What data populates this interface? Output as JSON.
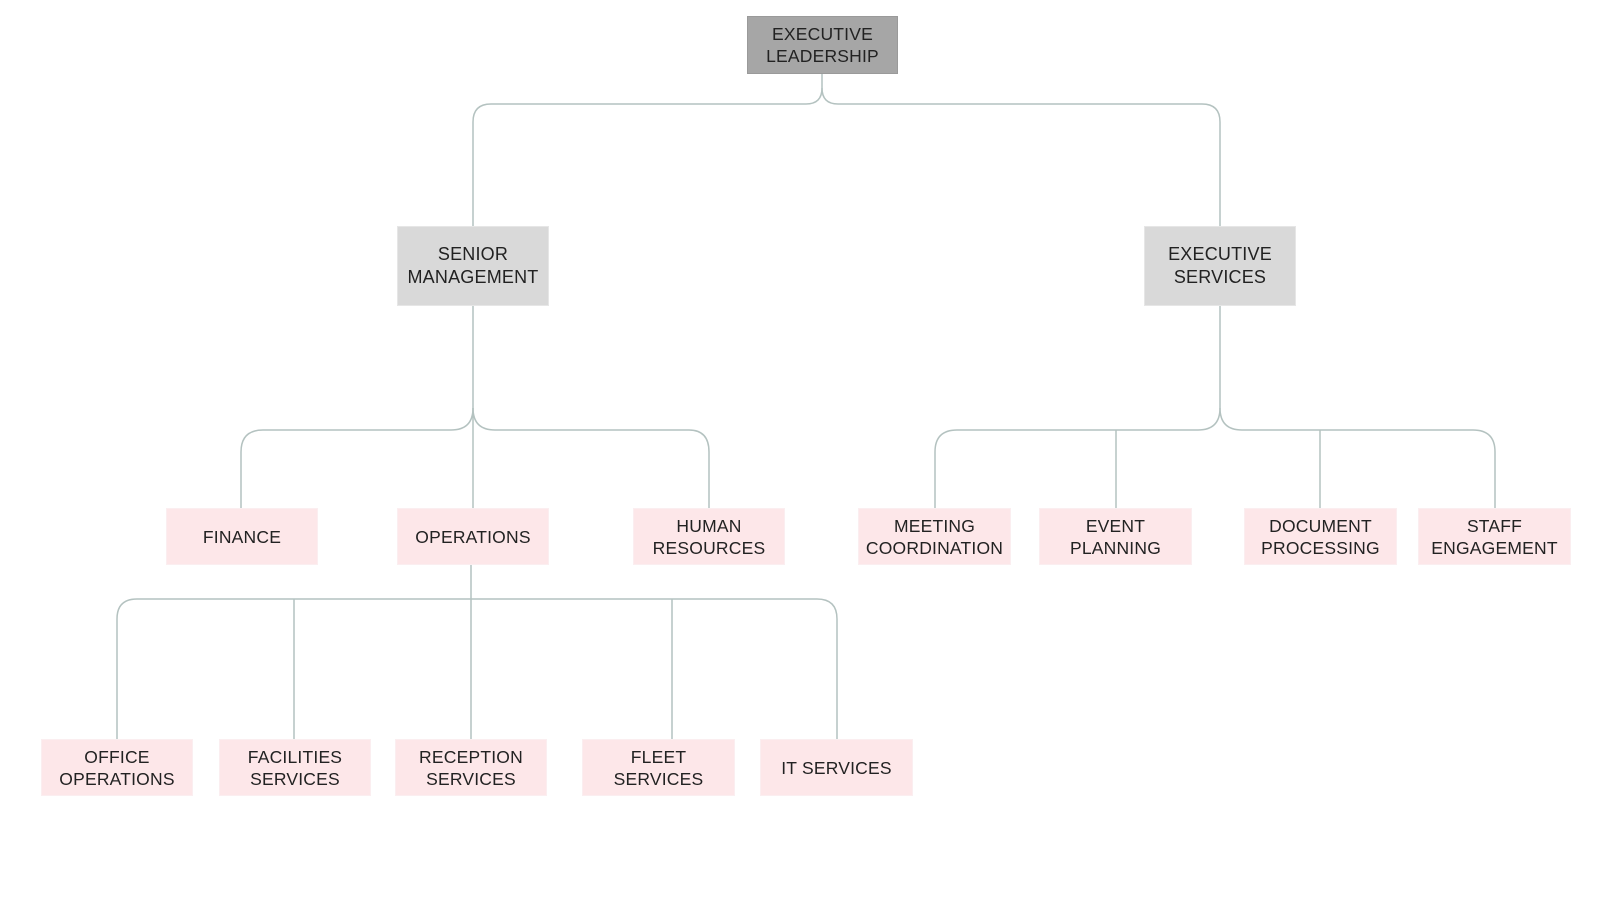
{
  "colors": {
    "root_fill": "#a6a6a6",
    "manager_fill": "#d9d9d9",
    "unit_fill": "#fde7e9",
    "connector": "#b4c2c0",
    "text": "#222222"
  },
  "org_chart": {
    "root": {
      "label": "EXECUTIVE\nLEADERSHIP"
    },
    "senior_management": {
      "label": "SENIOR\nMANAGEMENT",
      "units": {
        "finance": {
          "label": "FINANCE"
        },
        "operations": {
          "label": "OPERATIONS",
          "units": {
            "office_operations": {
              "label": "OFFICE\nOPERATIONS"
            },
            "facilities_services": {
              "label": "FACILITIES\nSERVICES"
            },
            "reception_services": {
              "label": "RECEPTION\nSERVICES"
            },
            "fleet_services": {
              "label": "FLEET SERVICES"
            },
            "it_services": {
              "label": "IT SERVICES"
            }
          }
        },
        "human_resources": {
          "label": "HUMAN\nRESOURCES"
        }
      }
    },
    "executive_services": {
      "label": "EXECUTIVE\nSERVICES",
      "units": {
        "meeting_coordination": {
          "label": "MEETING\nCOORDINATION"
        },
        "event_planning": {
          "label": "EVENT PLANNING"
        },
        "document_processing": {
          "label": "DOCUMENT\nPROCESSING"
        },
        "staff_engagement": {
          "label": "STAFF\nENGAGEMENT"
        }
      }
    }
  }
}
